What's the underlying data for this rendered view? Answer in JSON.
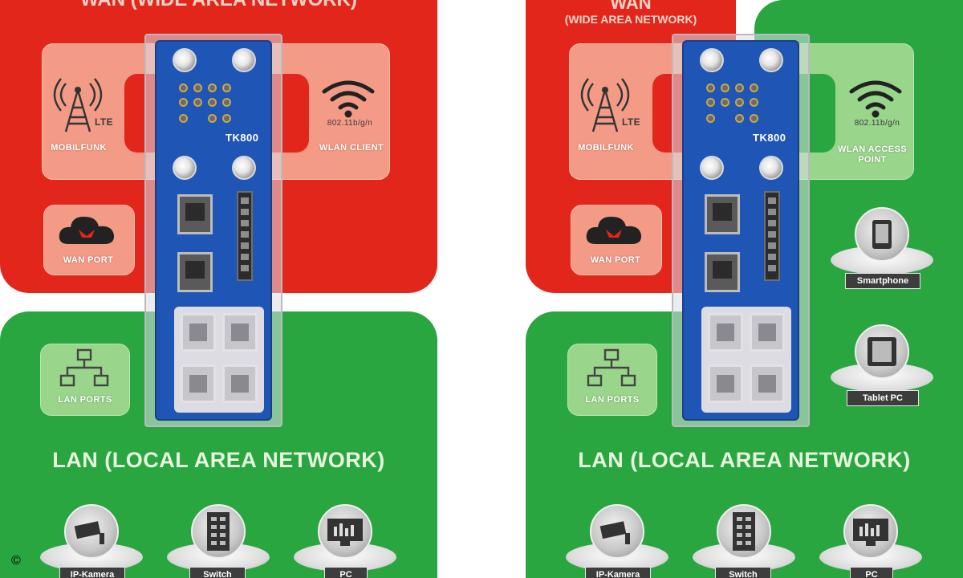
{
  "colors": {
    "wan": "#e2261b",
    "lan": "#2aa640",
    "router": "#1f55b5"
  },
  "copyright": "©",
  "panels": {
    "left": {
      "wan_title": "WAN (WIDE AREA NETWORK)",
      "router_model": "TK800",
      "labels": {
        "mobile": "MOBILFUNK",
        "lte": "LTE",
        "wlan_standard": "802.11b/g/n",
        "wlan": "WLAN CLIENT",
        "wan_port": "WAN PORT",
        "lan_ports": "LAN PORTS"
      },
      "lan_title": "LAN (LOCAL AREA NETWORK)",
      "devices": [
        "IP-Kamera",
        "Switch",
        "PC"
      ]
    },
    "right": {
      "wan_title_line1": "WAN",
      "wan_title_line2": "(WIDE AREA NETWORK)",
      "router_model": "TK800",
      "labels": {
        "mobile": "MOBILFUNK",
        "lte": "LTE",
        "wlan_standard": "802.11b/g/n",
        "wlan": "WLAN ACCESS POINT",
        "wan_port": "WAN PORT",
        "lan_ports": "LAN PORTS"
      },
      "wireless_devices": [
        "Smartphone",
        "Tablet PC"
      ],
      "lan_title": "LAN (LOCAL AREA NETWORK)",
      "devices": [
        "IP-Kamera",
        "Switch",
        "PC"
      ]
    }
  },
  "icons": [
    "lte-tower-icon",
    "wifi-icon",
    "cloud-icon",
    "network-icon",
    "camera-icon",
    "switch-icon",
    "monitor-icon",
    "smartphone-icon",
    "tablet-icon"
  ]
}
